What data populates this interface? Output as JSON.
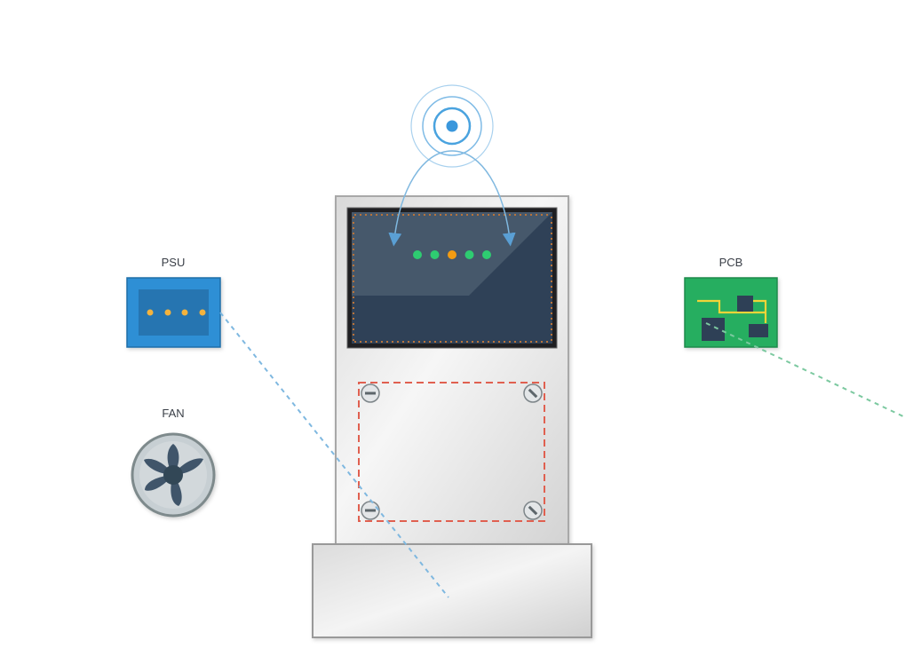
{
  "parts": {
    "psu": {
      "label": "PSU",
      "icon": "psu-icon",
      "color": "#2d8fd5"
    },
    "fan": {
      "label": "FAN",
      "icon": "fan-icon",
      "color": "#c7cfd3"
    },
    "pcb": {
      "label": "PCB",
      "icon": "pcb-icon",
      "color": "#27ae60"
    }
  },
  "device": {
    "screen": {
      "indicator_dots": [
        "#2ecc71",
        "#2ecc71",
        "#f39c12",
        "#2ecc71",
        "#2ecc71"
      ]
    },
    "screw_types": [
      "flat",
      "phillips-slot",
      "flat",
      "phillips-slot"
    ]
  },
  "colors": {
    "target_outline": "#e06050",
    "psu_guide": "#7fb8e0",
    "pcb_guide": "#7cc9a0",
    "signal": "#4aa3df"
  }
}
